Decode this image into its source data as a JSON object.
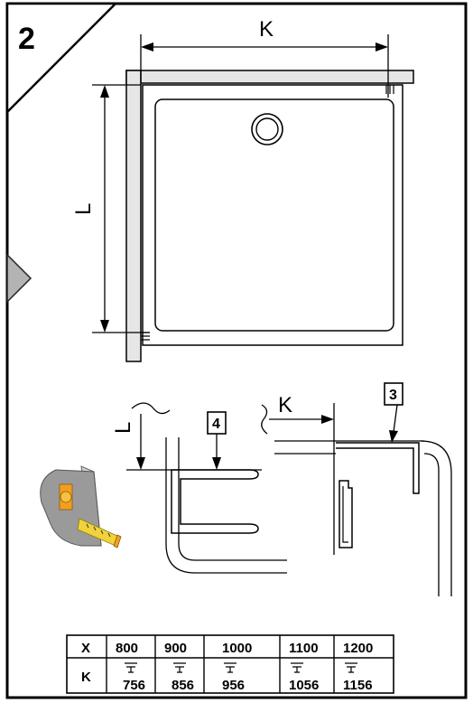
{
  "step": {
    "number": "2"
  },
  "labels": {
    "k_top": "K",
    "l_side": "L",
    "l_detail": "L",
    "k_detail": "K"
  },
  "callouts": {
    "left": "4",
    "right": "3"
  },
  "table": {
    "row_x_header": "X",
    "row_k_header": "K",
    "x_values": [
      "800",
      "900",
      "1000",
      "1100",
      "1200"
    ],
    "k_values": [
      "756",
      "856",
      "956",
      "1056",
      "1156"
    ]
  },
  "icons": [
    "tape-measure-icon",
    "arrow-pointer-icon",
    "drain-icon",
    "trim-symbol-icon"
  ]
}
